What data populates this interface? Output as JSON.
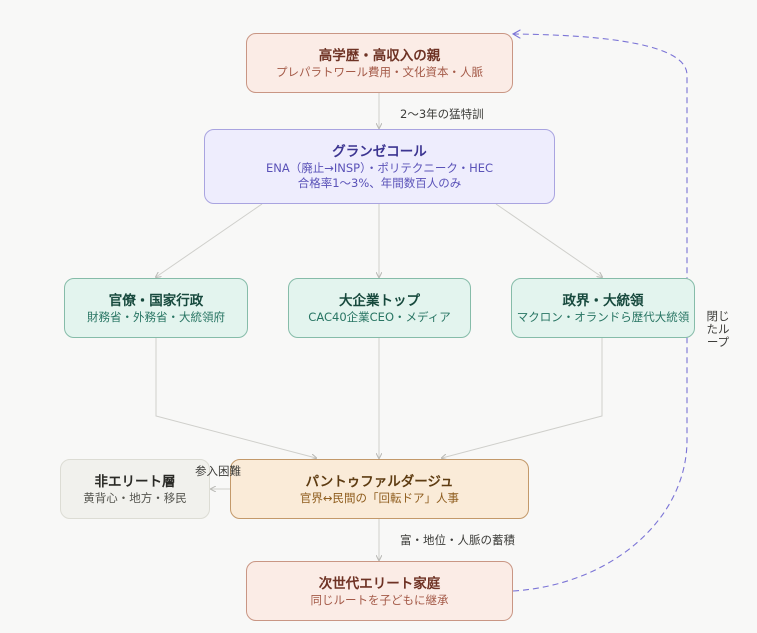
{
  "colors": {
    "edge": "#c8c8c4",
    "loop_edge": "#7b74d6",
    "peach_fill": "#fbece6",
    "purple_fill": "#eeedfd",
    "green_fill": "#e3f4ee",
    "gray_fill": "#f1f1ed",
    "amber_fill": "#faebd8"
  },
  "nodes": {
    "parents": {
      "title": "高学歴・高収入の親",
      "sub": "プレパラトワール費用・文化資本・人脈"
    },
    "grande_ecole": {
      "title": "グランゼコール",
      "sub1": "ENA（廃止→INSP）・ポリテクニーク・HEC",
      "sub2": "合格率1〜3%、年間数百人のみ"
    },
    "bureaucracy": {
      "title": "官僚・国家行政",
      "sub": "財務省・外務省・大統領府"
    },
    "corporate": {
      "title": "大企業トップ",
      "sub": "CAC40企業CEO・メディア"
    },
    "politics": {
      "title": "政界・大統領",
      "sub": "マクロン・オランドら歴代大統領"
    },
    "non_elite": {
      "title": "非エリート層",
      "sub": "黄背心・地方・移民"
    },
    "pantouflage": {
      "title": "パントゥファルダージュ",
      "sub": "官界↔民間の「回転ドア」人事"
    },
    "next_gen": {
      "title": "次世代エリート家庭",
      "sub": "同じルートを子どもに継承"
    }
  },
  "edge_labels": {
    "training": "2〜3年の猛特訓",
    "accumulation": "富・地位・人脈の蓄積",
    "barrier": "参入困難",
    "closed_loop": "閉じたループ"
  }
}
